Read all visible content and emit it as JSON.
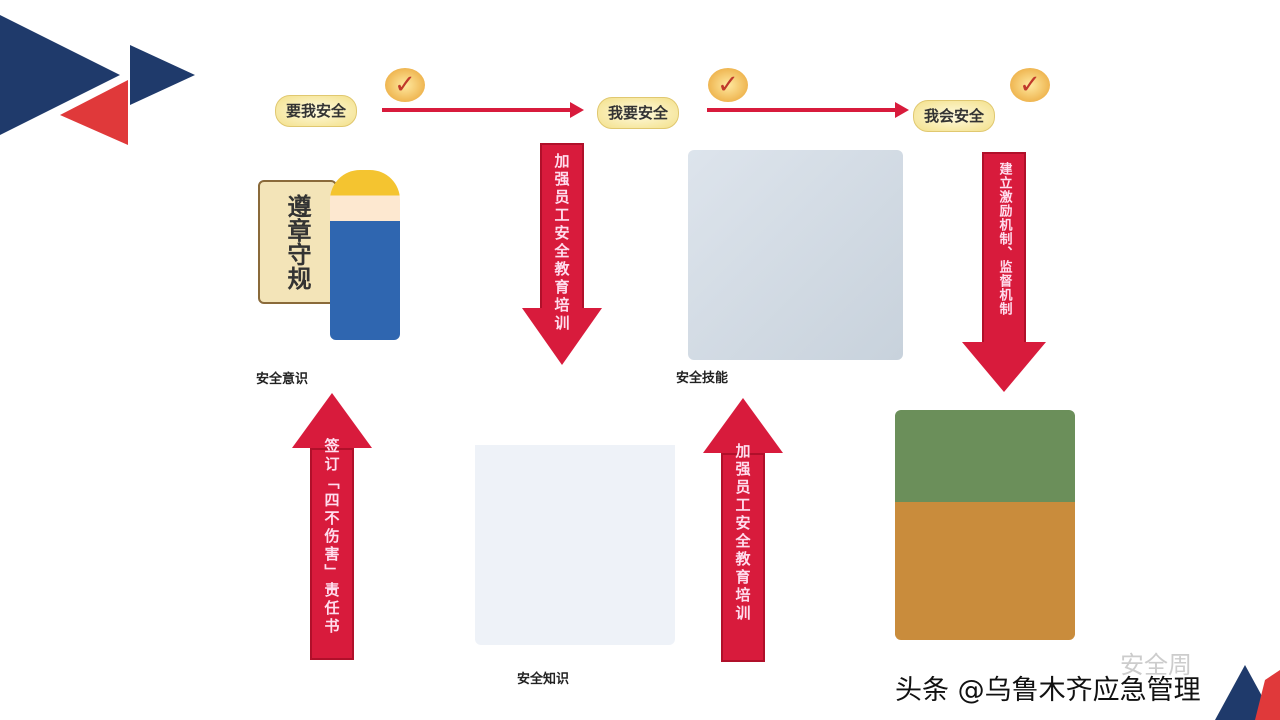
{
  "stages": [
    "要我安全",
    "我要安全",
    "我会安全"
  ],
  "down_arrows": [
    "加强员工安全教育培训",
    "建立激励机制、监督机制"
  ],
  "up_arrows": [
    "签订「四不伤害」责任书",
    "加强员工安全教育培训"
  ],
  "labels": [
    "安全意识",
    "安全知识",
    "安全技能"
  ],
  "sign": "遵章守规",
  "watermark": "头条 @乌鲁木齐应急管理",
  "faint_watermark": "安全周",
  "colors": {
    "arrow_red": "#d81b3c",
    "navy": "#1f3a6b",
    "accent_red": "#e0393a"
  }
}
